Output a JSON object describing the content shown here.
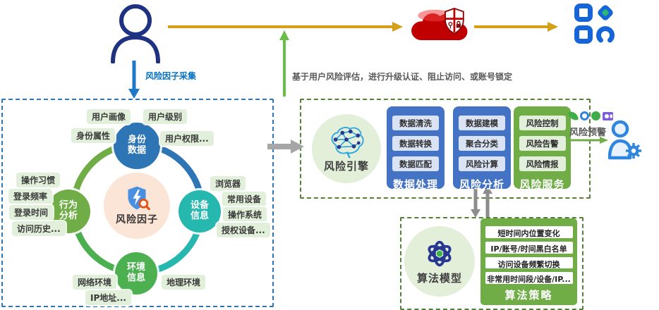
{
  "palette": {
    "gold_arrow": "#d4a017",
    "blue_arrow": "#1e78c8",
    "green_arrow": "#68bf45",
    "gray_arrow": "#a6a6a6",
    "dashed_blue": "#2e75b6",
    "dashed_green": "#538135",
    "node_blue": "#2e75b6",
    "node_teal": "#26b7af",
    "node_green_olive": "#70ad47",
    "node_green_bright": "#4cb050",
    "pill_bg": "#e2efda",
    "center_peach": "#fbe5d6",
    "column_blue": "#4472c4",
    "column_green": "#70ad47",
    "cloud_red": "#c00000",
    "person_navy": "#1f3282",
    "logo_blue": "#1565d8",
    "logo_green": "#2bb673"
  },
  "icons": {
    "user": "person-icon",
    "cloud_security": "cloud-shield-icon",
    "product_logo": "app-grid-logo-icon",
    "risk_factor": "shield-lightning-magnifier-icon",
    "risk_engine": "brain-network-icon",
    "algorithm": "atom-icon",
    "admin": "person-gear-icon",
    "service_icons": [
      "leaf-icon",
      "ring-icon",
      "dot-icon",
      "camera-icon"
    ]
  },
  "top": {
    "collect_label": "风险因子采集",
    "flow_caption": "基于用户风险评估，进行升级认证、阻止访问、或账号锁定"
  },
  "factor_panel": {
    "center_label": "风险因子",
    "nodes": [
      {
        "id": "identity",
        "label": "身份数据",
        "tags": [
          "用户画像",
          "用户级别",
          "身份属性",
          "用户权限..."
        ]
      },
      {
        "id": "behavior",
        "label": "行为分析",
        "tags": [
          "操作习惯",
          "登录频率",
          "登录时间",
          "访问历史..."
        ]
      },
      {
        "id": "device",
        "label": "设备信息",
        "tags": [
          "浏览器",
          "常用设备",
          "操作系统",
          "授权设备..."
        ]
      },
      {
        "id": "environment",
        "label": "环境信息",
        "tags": [
          "网络环境",
          "地理环境",
          "IP地址..."
        ]
      }
    ]
  },
  "engine_panel": {
    "title": "风险引擎",
    "columns": [
      {
        "label": "数据处理",
        "items": [
          "数据清洗",
          "数据转换",
          "数据匹配"
        ]
      },
      {
        "label": "风险分析",
        "items": [
          "数据建模",
          "聚合分类",
          "风险计算"
        ]
      },
      {
        "label": "风险服务",
        "items": [
          "风险控制",
          "风险告警",
          "风险情报"
        ]
      }
    ],
    "output_label": "风险预警"
  },
  "algorithm_panel": {
    "title": "算法模型",
    "strategy_label": "算法策略",
    "strategies": [
      "短时间内位置变化",
      "IP/账号/时间黑白名单",
      "访问设备频繁切换",
      "非常用时间段/设备/IP..."
    ]
  }
}
